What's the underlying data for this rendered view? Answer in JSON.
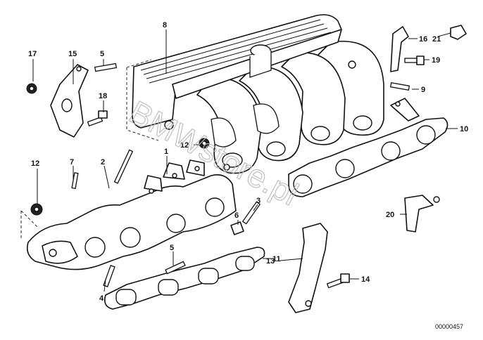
{
  "watermark": "BMWstore.pl",
  "drawing_number": "00000457",
  "callouts": {
    "c1": "1",
    "c2": "2",
    "c3": "3",
    "c4": "4",
    "c5a": "5",
    "c5b": "5",
    "c6": "6",
    "c7": "7",
    "c8": "8",
    "c9": "9",
    "c10": "10",
    "c11": "11",
    "c12a": "12",
    "c12b": "12",
    "c13": "13",
    "c14": "14",
    "c15": "15",
    "c16": "16",
    "c17": "17",
    "c18": "18",
    "c19": "19",
    "c20": "20",
    "c21": "21"
  }
}
